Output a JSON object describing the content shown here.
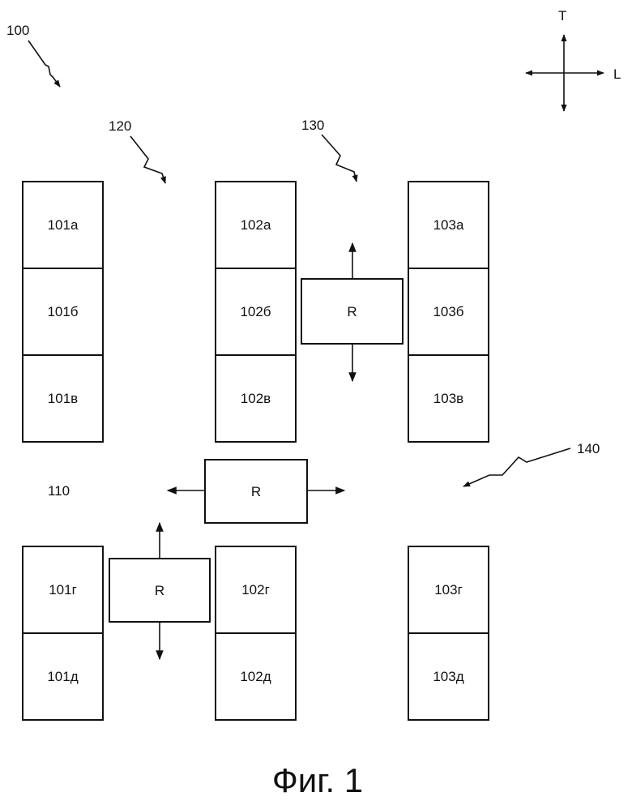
{
  "figure": {
    "caption": "Фиг. 1",
    "references": {
      "system": "100",
      "aisle_main": "110",
      "aisle_left": "120",
      "aisle_right": "130",
      "aisle_lower": "140"
    },
    "axes": {
      "transverse": "T",
      "longitudinal": "L"
    },
    "robot_label": "R",
    "racks": [
      {
        "id": "101a",
        "label": "101а"
      },
      {
        "id": "101b",
        "label": "101б"
      },
      {
        "id": "101v",
        "label": "101в"
      },
      {
        "id": "102a",
        "label": "102а"
      },
      {
        "id": "102b",
        "label": "102б"
      },
      {
        "id": "102v",
        "label": "102в"
      },
      {
        "id": "103a",
        "label": "103а"
      },
      {
        "id": "103b",
        "label": "103б"
      },
      {
        "id": "103v",
        "label": "103в"
      },
      {
        "id": "101g",
        "label": "101г"
      },
      {
        "id": "101d",
        "label": "101д"
      },
      {
        "id": "102g",
        "label": "102г"
      },
      {
        "id": "102d",
        "label": "102д"
      },
      {
        "id": "103g",
        "label": "103г"
      },
      {
        "id": "103d",
        "label": "103д"
      }
    ]
  }
}
